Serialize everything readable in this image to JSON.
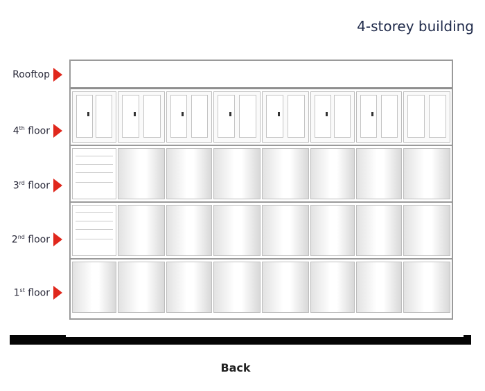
{
  "title": "4-storey building",
  "floors": [
    {
      "id": "rooftop",
      "main": "Rooftop",
      "sup": ""
    },
    {
      "id": "4th",
      "main": "4",
      "sup": "th",
      "rest": " floor"
    },
    {
      "id": "3rd",
      "main": "3",
      "sup": "rd",
      "rest": " floor"
    },
    {
      "id": "2nd",
      "main": "2",
      "sup": "nd",
      "rest": " floor"
    },
    {
      "id": "1st",
      "main": "1",
      "sup": "st",
      "rest": " floor"
    }
  ],
  "back_label": "Back",
  "colors": {
    "arrow": "#e0271c",
    "ground": "#050505",
    "title": "#1f2a4a"
  },
  "icons": {
    "floor_marker": "red-triangle-arrow"
  }
}
